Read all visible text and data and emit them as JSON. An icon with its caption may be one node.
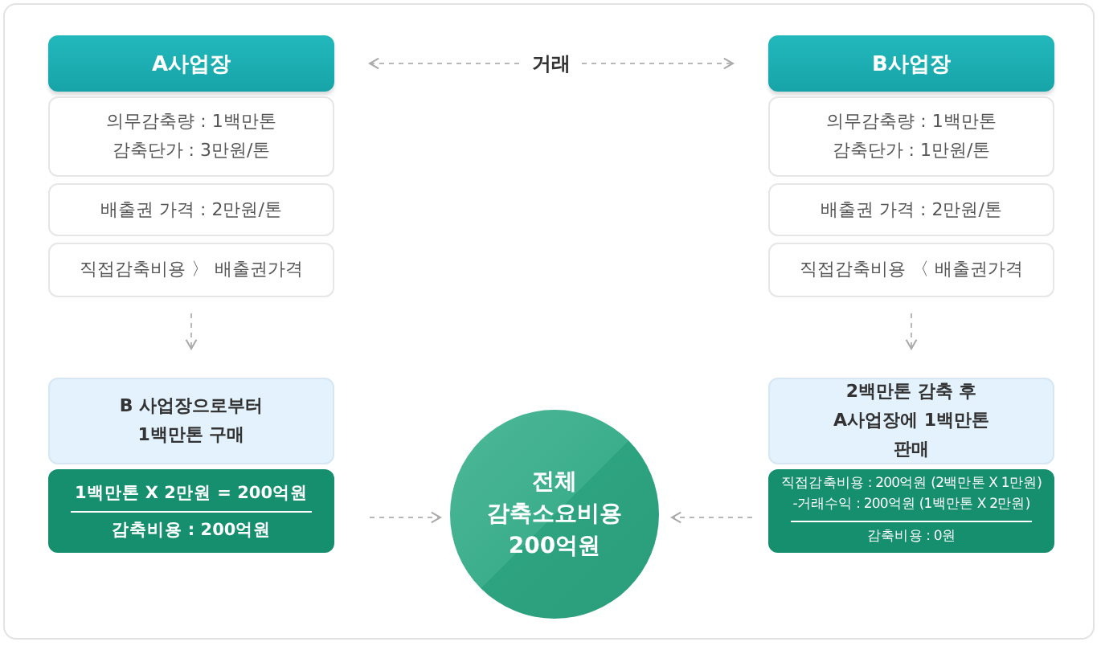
{
  "diagram": {
    "nodes": [
      {
        "text": [
          "A사업장"
        ]
      },
      {
        "text": [
          "의무감축량 : 1백만톤",
          "감축단가 : 3만원/톤"
        ]
      },
      {
        "text": [
          "배출권 가격 : 2만원/톤"
        ]
      },
      {
        "text": [
          "직접감축비용 〉 배출권가격"
        ]
      },
      {
        "text": [
          "B 사업장으로부터 1백만톤 구매"
        ]
      },
      {
        "text": [
          "1백만톤 X 2만원 = 200억원",
          "감축비용 : 200억원"
        ]
      },
      {
        "text": [
          "B사업장"
        ]
      },
      {
        "text": [
          "의무감축량 : 1백만톤",
          "감축단가 : 1만원/톤"
        ]
      },
      {
        "text": [
          "배출권 가격 : 2만원/톤"
        ]
      },
      {
        "text": [
          "직접감축비용 〈 배출권가격"
        ]
      },
      {
        "text": [
          "2백만톤 감축 후 A사업장에 1백만톤 판매"
        ]
      },
      {
        "text": [
          "직접감축비용 : 200억원 (2백만톤 X 1만원)",
          "-거래수익 : 200억원 (1백만톤 X 2만원)",
          "감축비용 : 0원"
        ]
      },
      {
        "text": [
          "전체 감축소요비용 200억원"
        ]
      }
    ],
    "edges": [
      {
        "from": 0,
        "to": 6,
        "arrow": "both",
        "label": "거래",
        "style": "dashed"
      },
      {
        "from": 3,
        "to": 4,
        "arrow": "to",
        "style": "dashed"
      },
      {
        "from": 9,
        "to": 10,
        "arrow": "to",
        "style": "dashed"
      },
      {
        "from": 5,
        "to": 12,
        "arrow": "to",
        "style": "dashed"
      },
      {
        "from": 11,
        "to": 12,
        "arrow": "to",
        "style": "dashed"
      }
    ]
  }
}
